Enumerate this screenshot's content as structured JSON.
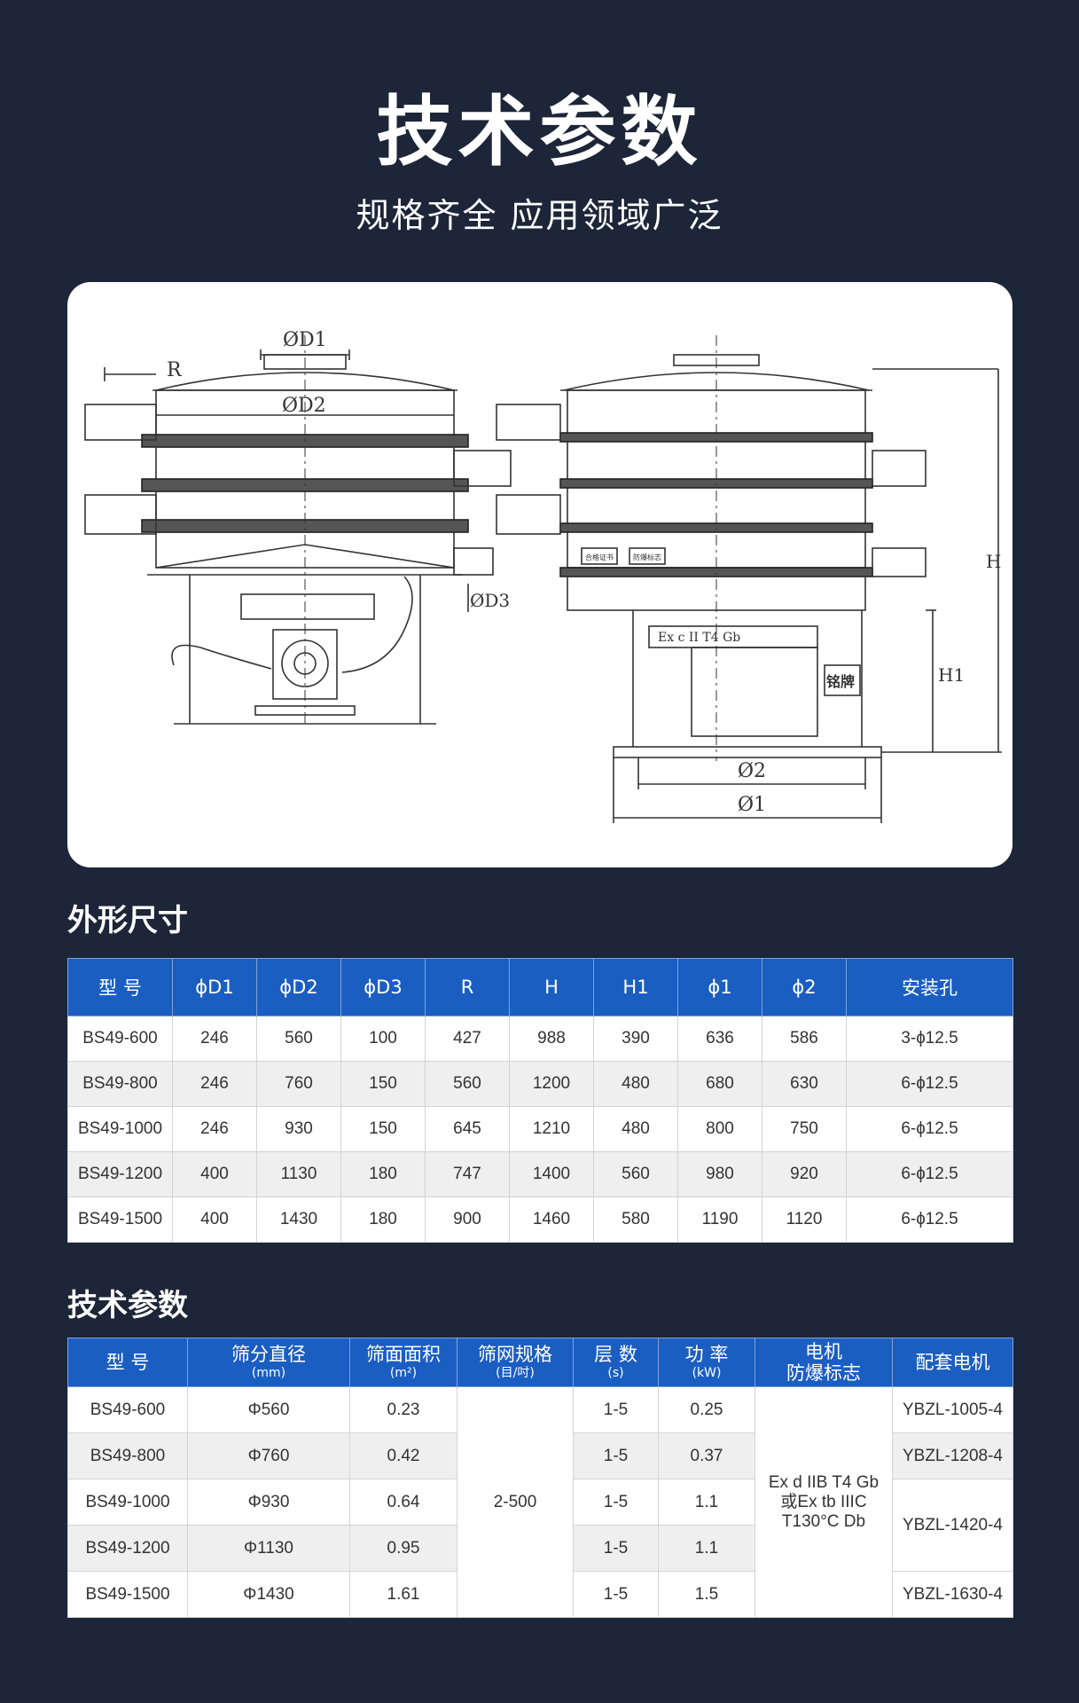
{
  "header": {
    "title": "技术参数",
    "subtitle": "规格齐全 应用领域广泛"
  },
  "drawing": {
    "labels": {
      "d1": "ØD1",
      "d2": "ØD2",
      "d3": "ØD3",
      "r": "R",
      "h": "H",
      "h1": "H1",
      "o2": "Ø2",
      "o1": "Ø1",
      "ex_plate": "Ex c II T4 Gb",
      "nameplate": "铭牌",
      "tag_a": "合格证书",
      "tag_b": "防爆标志"
    }
  },
  "dimensions": {
    "heading": "外形尺寸",
    "columns": [
      "型  号",
      "ɸD1",
      "ɸD2",
      "ɸD3",
      "R",
      "H",
      "H1",
      "ɸ1",
      "ɸ2",
      "安装孔"
    ],
    "rows": [
      [
        "BS49-600",
        "246",
        "560",
        "100",
        "427",
        "988",
        "390",
        "636",
        "586",
        "3-ɸ12.5"
      ],
      [
        "BS49-800",
        "246",
        "760",
        "150",
        "560",
        "1200",
        "480",
        "680",
        "630",
        "6-ɸ12.5"
      ],
      [
        "BS49-1000",
        "246",
        "930",
        "150",
        "645",
        "1210",
        "480",
        "800",
        "750",
        "6-ɸ12.5"
      ],
      [
        "BS49-1200",
        "400",
        "1130",
        "180",
        "747",
        "1400",
        "560",
        "980",
        "920",
        "6-ɸ12.5"
      ],
      [
        "BS49-1500",
        "400",
        "1430",
        "180",
        "900",
        "1460",
        "580",
        "1190",
        "1120",
        "6-ɸ12.5"
      ]
    ]
  },
  "technical": {
    "heading": "技术参数",
    "columns": [
      {
        "main": "型  号",
        "unit": ""
      },
      {
        "main": "筛分直径",
        "unit": "(mm)"
      },
      {
        "main": "筛面面积",
        "unit": "(m²)"
      },
      {
        "main": "筛网规格",
        "unit": "(目/吋)"
      },
      {
        "main": "层  数",
        "unit": "(s)"
      },
      {
        "main": "功  率",
        "unit": "(kW)"
      },
      {
        "main": "电机\n防爆标志",
        "unit": ""
      },
      {
        "main": "配套电机",
        "unit": ""
      }
    ],
    "rows": [
      {
        "model": "BS49-600",
        "diameter": "Φ560",
        "area": "0.23",
        "layers": "1-5",
        "power": "0.25"
      },
      {
        "model": "BS49-800",
        "diameter": "Φ760",
        "area": "0.42",
        "layers": "1-5",
        "power": "0.37"
      },
      {
        "model": "BS49-1000",
        "diameter": "Φ930",
        "area": "0.64",
        "layers": "1-5",
        "power": "1.1"
      },
      {
        "model": "BS49-1200",
        "diameter": "Φ1130",
        "area": "0.95",
        "layers": "1-5",
        "power": "1.1"
      },
      {
        "model": "BS49-1500",
        "diameter": "Φ1430",
        "area": "1.61",
        "layers": "1-5",
        "power": "1.5"
      }
    ],
    "mesh_merged": "2-500",
    "explosion_merged": "Ex d IIB T4 Gb\n或Ex tb IIIC\nT130°C Db",
    "motors": [
      "YBZL-1005-4",
      "YBZL-1208-4",
      "YBZL-1420-4",
      "YBZL-1630-4"
    ]
  }
}
